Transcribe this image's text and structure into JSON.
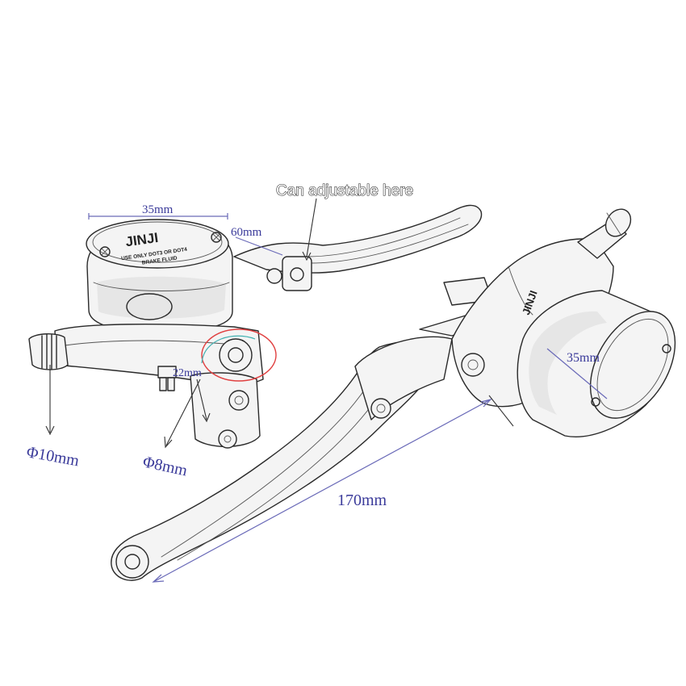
{
  "labels": {
    "adjustable": "Can adjustable here",
    "cap_width": "35mm",
    "lever_offset": "60mm",
    "port": "22mm",
    "inlet_diameter": "Φ10mm",
    "port_diameter": "Φ8mm",
    "lever_length": "170mm",
    "reservoir_width": "35mm"
  },
  "cap_text": {
    "brand": "JINJI",
    "line1": "USE ONLY DOT3 OR DOT4",
    "line2": "BRAKE FLUID"
  },
  "colors": {
    "dimension_text": "#3a3a9a",
    "highlight_circle": "#e04040",
    "highlight_circle_inner": "#40b0b0",
    "sketch": "#2a2a2a"
  }
}
